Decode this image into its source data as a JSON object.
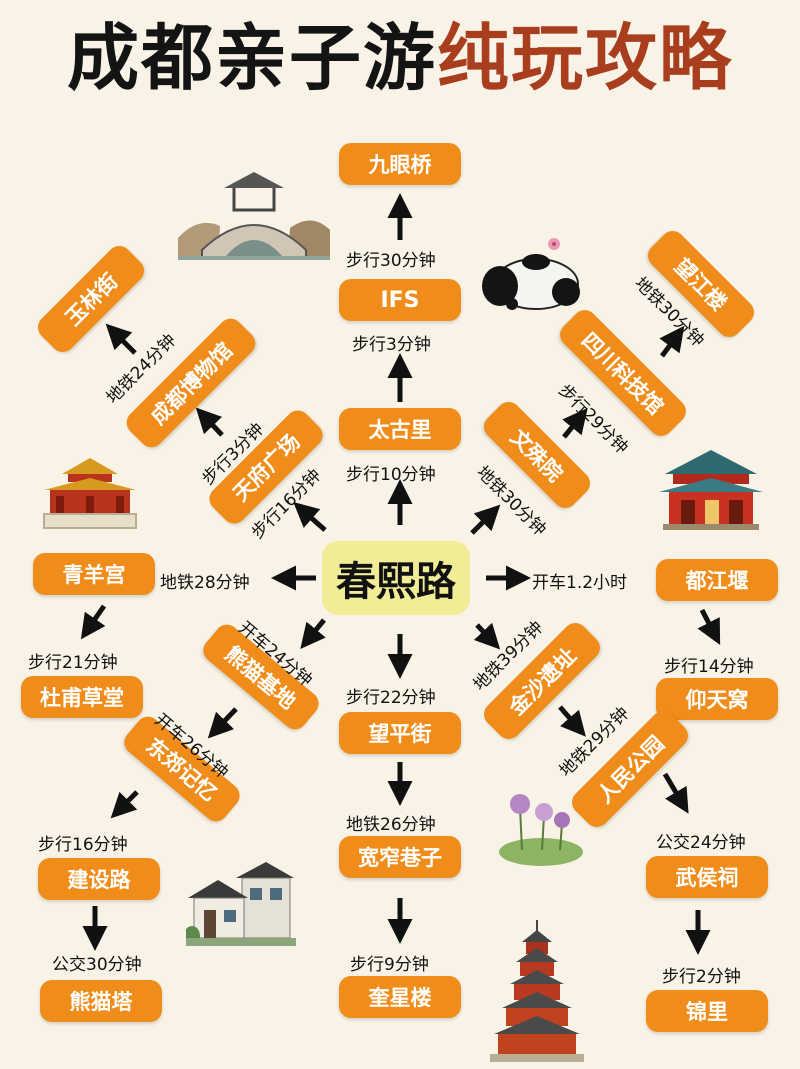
{
  "title": {
    "part1": "成都亲子游",
    "part2": "纯玩攻略"
  },
  "center": "春熙路",
  "places": {
    "jiuyanqiao": "九眼桥",
    "ifs": "IFS",
    "taiguli": "太古里",
    "yulinjie": "玉林街",
    "chengdu_museum": "成都博物馆",
    "tianfu_square": "天府广场",
    "wangjianglou": "望江楼",
    "sichuan_sci_museum": "四川科技馆",
    "wenshuyuan": "文殊院",
    "qingyanggong": "青羊宫",
    "dujiangyan": "都江堰",
    "dufu_caotang": "杜甫草堂",
    "yangtianwo": "仰天窝",
    "panda_base": "熊猫基地",
    "dongjiao_memory": "东郊记忆",
    "jianshelu": "建设路",
    "panda_tower": "熊猫塔",
    "wangpingjie": "望平街",
    "kuanzhai_alley": "宽窄巷子",
    "kuixinglou": "奎星楼",
    "jinsha_site": "金沙遗址",
    "peoples_park": "人民公园",
    "wuhouci": "武侯祠",
    "jinli": "锦里"
  },
  "routes": {
    "ifs_to_jiuyanqiao": "步行30分钟",
    "taiguli_to_ifs": "步行3分钟",
    "center_to_taiguli": "步行10分钟",
    "museum_to_yulinjie": "地铁24分钟",
    "square_to_museum": "步行3分钟",
    "center_to_square": "步行16分钟",
    "sci_to_wangjianglou": "地铁30分钟",
    "wenshu_to_sci": "步行29分钟",
    "center_to_wenshu": "地铁30分钟",
    "center_to_qingyang": "地铁28分钟",
    "center_to_dujiangyan": "开车1.2小时",
    "qingyang_to_caotang": "步行21分钟",
    "dujiangyan_to_yangtianwo": "步行14分钟",
    "center_to_panda": "开车24分钟",
    "panda_to_dongjiao": "开车26分钟",
    "dongjiao_to_jianshe": "步行16分钟",
    "jianshe_to_tower": "公交30分钟",
    "center_to_wangping": "步行22分钟",
    "wangping_to_kuanzhai": "地铁26分钟",
    "kuanzhai_to_kuixing": "步行9分钟",
    "center_to_jinsha": "地铁39分钟",
    "jinsha_to_park": "地铁29分钟",
    "park_to_wuhou": "公交24分钟",
    "wuhou_to_jinli": "步行2分钟"
  },
  "colors": {
    "background": "#f8f3e6",
    "node": "#f08c1a",
    "center": "#f1ec96",
    "title_dark": "#141414",
    "title_accent": "#a83e1e"
  },
  "illustrations": [
    "bridge-pavilion-icon",
    "panda-icon",
    "palace-icon",
    "red-temple-icon",
    "houses-icon",
    "flowers-icon",
    "pagoda-icon"
  ]
}
